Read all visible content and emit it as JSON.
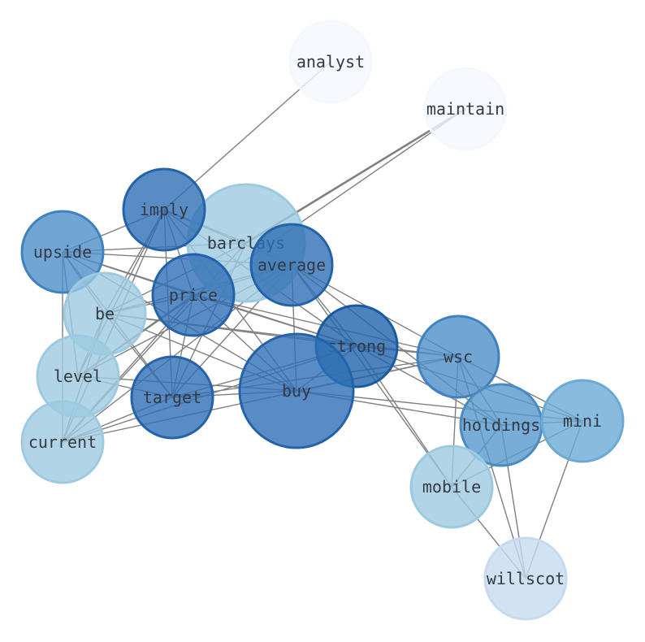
{
  "diagram": {
    "type": "word-cooccurrence-network",
    "edge_color": "#808080",
    "nodes": [
      {
        "id": "analyst",
        "label": "analyst",
        "fill": "#f4f8fd",
        "stroke": "#f4f8fd"
      },
      {
        "id": "maintain",
        "label": "maintain",
        "fill": "#f4f8fd",
        "stroke": "#f4f8fd"
      },
      {
        "id": "barclays",
        "label": "barclays",
        "fill": "#9ecae1",
        "stroke": "#9ecae1"
      },
      {
        "id": "imply",
        "label": "imply",
        "fill": "#2f6fb5",
        "stroke": "#2463a9"
      },
      {
        "id": "upside",
        "label": "upside",
        "fill": "#4d8fc8",
        "stroke": "#3f82bf"
      },
      {
        "id": "average",
        "label": "average",
        "fill": "#2f6fb5",
        "stroke": "#2463a9"
      },
      {
        "id": "be",
        "label": "be",
        "fill": "#9ecae1",
        "stroke": "#9ecae1"
      },
      {
        "id": "price",
        "label": "price",
        "fill": "#2f6fb5",
        "stroke": "#2463a9"
      },
      {
        "id": "strong",
        "label": "strong",
        "fill": "#1f64ad",
        "stroke": "#1a5aa0"
      },
      {
        "id": "wsc",
        "label": "wsc",
        "fill": "#4d8fc8",
        "stroke": "#3f82bf"
      },
      {
        "id": "level",
        "label": "level",
        "fill": "#9ecae1",
        "stroke": "#9ecae1"
      },
      {
        "id": "buy",
        "label": "buy",
        "fill": "#2f6fb5",
        "stroke": "#2463a9"
      },
      {
        "id": "target",
        "label": "target",
        "fill": "#2f6fb5",
        "stroke": "#2463a9"
      },
      {
        "id": "holdings",
        "label": "holdings",
        "fill": "#5599cc",
        "stroke": "#4a8cc2"
      },
      {
        "id": "mini",
        "label": "mini",
        "fill": "#6aaad5",
        "stroke": "#6aaad5"
      },
      {
        "id": "current",
        "label": "current",
        "fill": "#9ecae1",
        "stroke": "#9ecae1"
      },
      {
        "id": "mobile",
        "label": "mobile",
        "fill": "#9ecae1",
        "stroke": "#9ecae1"
      },
      {
        "id": "willscot",
        "label": "willscot",
        "fill": "#c6dbef",
        "stroke": "#c6dbef"
      }
    ],
    "edges": [
      [
        "analyst",
        "imply"
      ],
      [
        "maintain",
        "barclays"
      ],
      [
        "maintain",
        "level"
      ],
      [
        "barclays",
        "be"
      ],
      [
        "barclays",
        "upside"
      ],
      [
        "barclays",
        "current"
      ],
      [
        "barclays",
        "target"
      ],
      [
        "imply",
        "upside"
      ],
      [
        "imply",
        "barclays"
      ],
      [
        "imply",
        "average"
      ],
      [
        "imply",
        "price"
      ],
      [
        "imply",
        "be"
      ],
      [
        "imply",
        "level"
      ],
      [
        "imply",
        "target"
      ],
      [
        "imply",
        "buy"
      ],
      [
        "imply",
        "strong"
      ],
      [
        "imply",
        "current"
      ],
      [
        "upside",
        "average"
      ],
      [
        "upside",
        "price"
      ],
      [
        "upside",
        "be"
      ],
      [
        "upside",
        "level"
      ],
      [
        "upside",
        "current"
      ],
      [
        "upside",
        "target"
      ],
      [
        "upside",
        "buy"
      ],
      [
        "upside",
        "strong"
      ],
      [
        "average",
        "price"
      ],
      [
        "average",
        "be"
      ],
      [
        "average",
        "level"
      ],
      [
        "average",
        "current"
      ],
      [
        "average",
        "target"
      ],
      [
        "average",
        "buy"
      ],
      [
        "average",
        "strong"
      ],
      [
        "average",
        "wsc"
      ],
      [
        "average",
        "holdings"
      ],
      [
        "average",
        "mobile"
      ],
      [
        "price",
        "be"
      ],
      [
        "price",
        "level"
      ],
      [
        "price",
        "target"
      ],
      [
        "price",
        "buy"
      ],
      [
        "price",
        "strong"
      ],
      [
        "price",
        "wsc"
      ],
      [
        "price",
        "current"
      ],
      [
        "be",
        "level"
      ],
      [
        "be",
        "current"
      ],
      [
        "be",
        "target"
      ],
      [
        "be",
        "buy"
      ],
      [
        "be",
        "strong"
      ],
      [
        "be",
        "wsc"
      ],
      [
        "level",
        "target"
      ],
      [
        "level",
        "buy"
      ],
      [
        "current",
        "target"
      ],
      [
        "current",
        "strong"
      ],
      [
        "current",
        "wsc"
      ],
      [
        "target",
        "buy"
      ],
      [
        "target",
        "strong"
      ],
      [
        "target",
        "wsc"
      ],
      [
        "buy",
        "strong"
      ],
      [
        "buy",
        "wsc"
      ],
      [
        "buy",
        "holdings"
      ],
      [
        "buy",
        "mini"
      ],
      [
        "strong",
        "wsc"
      ],
      [
        "strong",
        "holdings"
      ],
      [
        "strong",
        "mini"
      ],
      [
        "strong",
        "mobile"
      ],
      [
        "wsc",
        "holdings"
      ],
      [
        "wsc",
        "mini"
      ],
      [
        "wsc",
        "mobile"
      ],
      [
        "wsc",
        "willscot"
      ],
      [
        "holdings",
        "mini"
      ],
      [
        "holdings",
        "mobile"
      ],
      [
        "holdings",
        "willscot"
      ],
      [
        "mini",
        "mobile"
      ],
      [
        "mini",
        "willscot"
      ],
      [
        "mobile",
        "willscot"
      ]
    ]
  }
}
